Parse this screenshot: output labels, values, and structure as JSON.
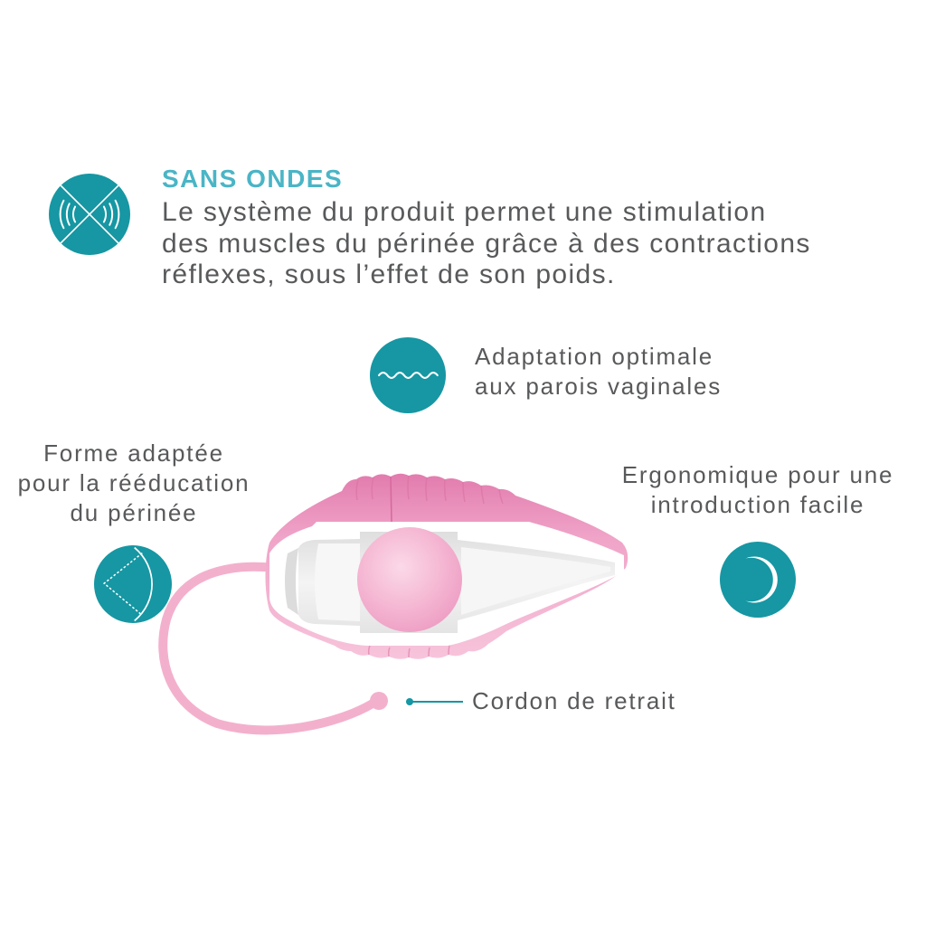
{
  "colors": {
    "teal": "#1697a3",
    "title_teal": "#4ab5c6",
    "text_gray": "#58595b",
    "cord_pink": "#f3b0cd",
    "white": "#ffffff"
  },
  "feature": {
    "icon": "no-waves-icon",
    "title": "SANS ONDES",
    "body_lines": [
      "Le système du produit permet une stimulation",
      "des muscles du périnée grâce à des contractions",
      "réflexes, sous l’effet de son poids."
    ]
  },
  "adaptation": {
    "icon": "wave-icon",
    "lines": [
      "Adaptation optimale",
      "aux parois vaginales"
    ]
  },
  "shape": {
    "icon": "shape-profile-icon",
    "lines": [
      "Forme adaptée",
      "pour la rééducation",
      "du périnée"
    ]
  },
  "ergonomic": {
    "icon": "crescent-icon",
    "lines": [
      "Ergonomique pour une",
      "introduction facile"
    ]
  },
  "cord": {
    "label": "Cordon de retrait"
  }
}
